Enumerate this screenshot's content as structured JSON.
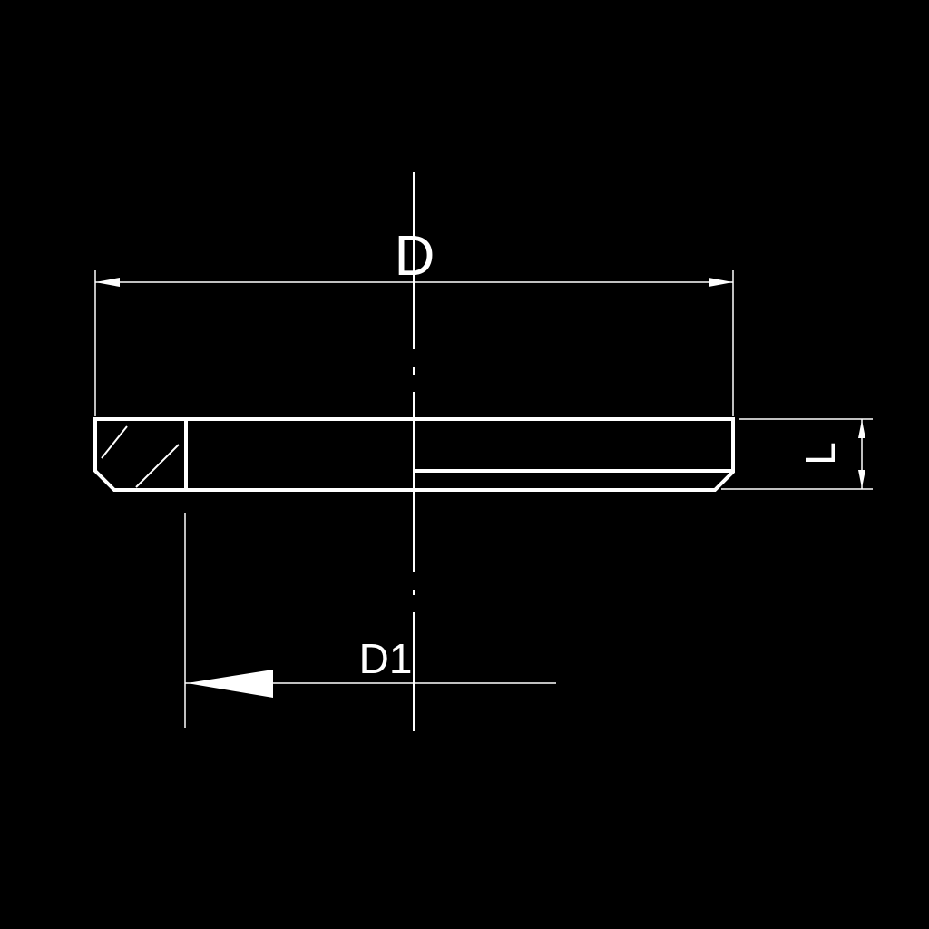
{
  "colors": {
    "background": "#000000",
    "line": "#ffffff"
  },
  "labels": {
    "outer_diameter": "D",
    "inner_diameter": "D1",
    "thickness": "L"
  }
}
